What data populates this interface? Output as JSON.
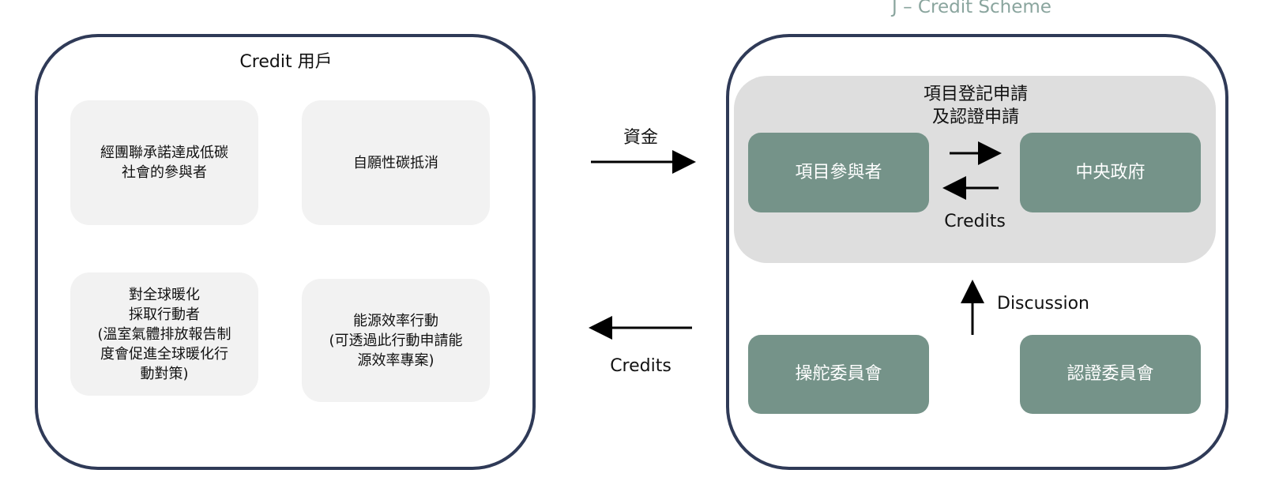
{
  "diagram": {
    "scheme_title": "J – Credit Scheme",
    "users": {
      "title": "Credit 用戶",
      "cards": [
        "經團聯承諾達成低碳\n社會的參與者",
        "自願性碳抵消",
        "對全球暖化\n採取行動者\n(溫室氣體排放報告制\n度會促進全球暖化行\n動對策)",
        "能源效率行動\n(可透過此行動申請能\n源效率專案)"
      ]
    },
    "flows": {
      "funds": "資金",
      "credits": "Credits"
    },
    "scheme": {
      "application_title": "項目登記申請\n及認證申請",
      "participant": "項目參與者",
      "government": "中央政府",
      "inner_credits": "Credits",
      "discussion": "Discussion",
      "steering_committee": "操舵委員會",
      "certification_committee": "認證委員會"
    }
  }
}
